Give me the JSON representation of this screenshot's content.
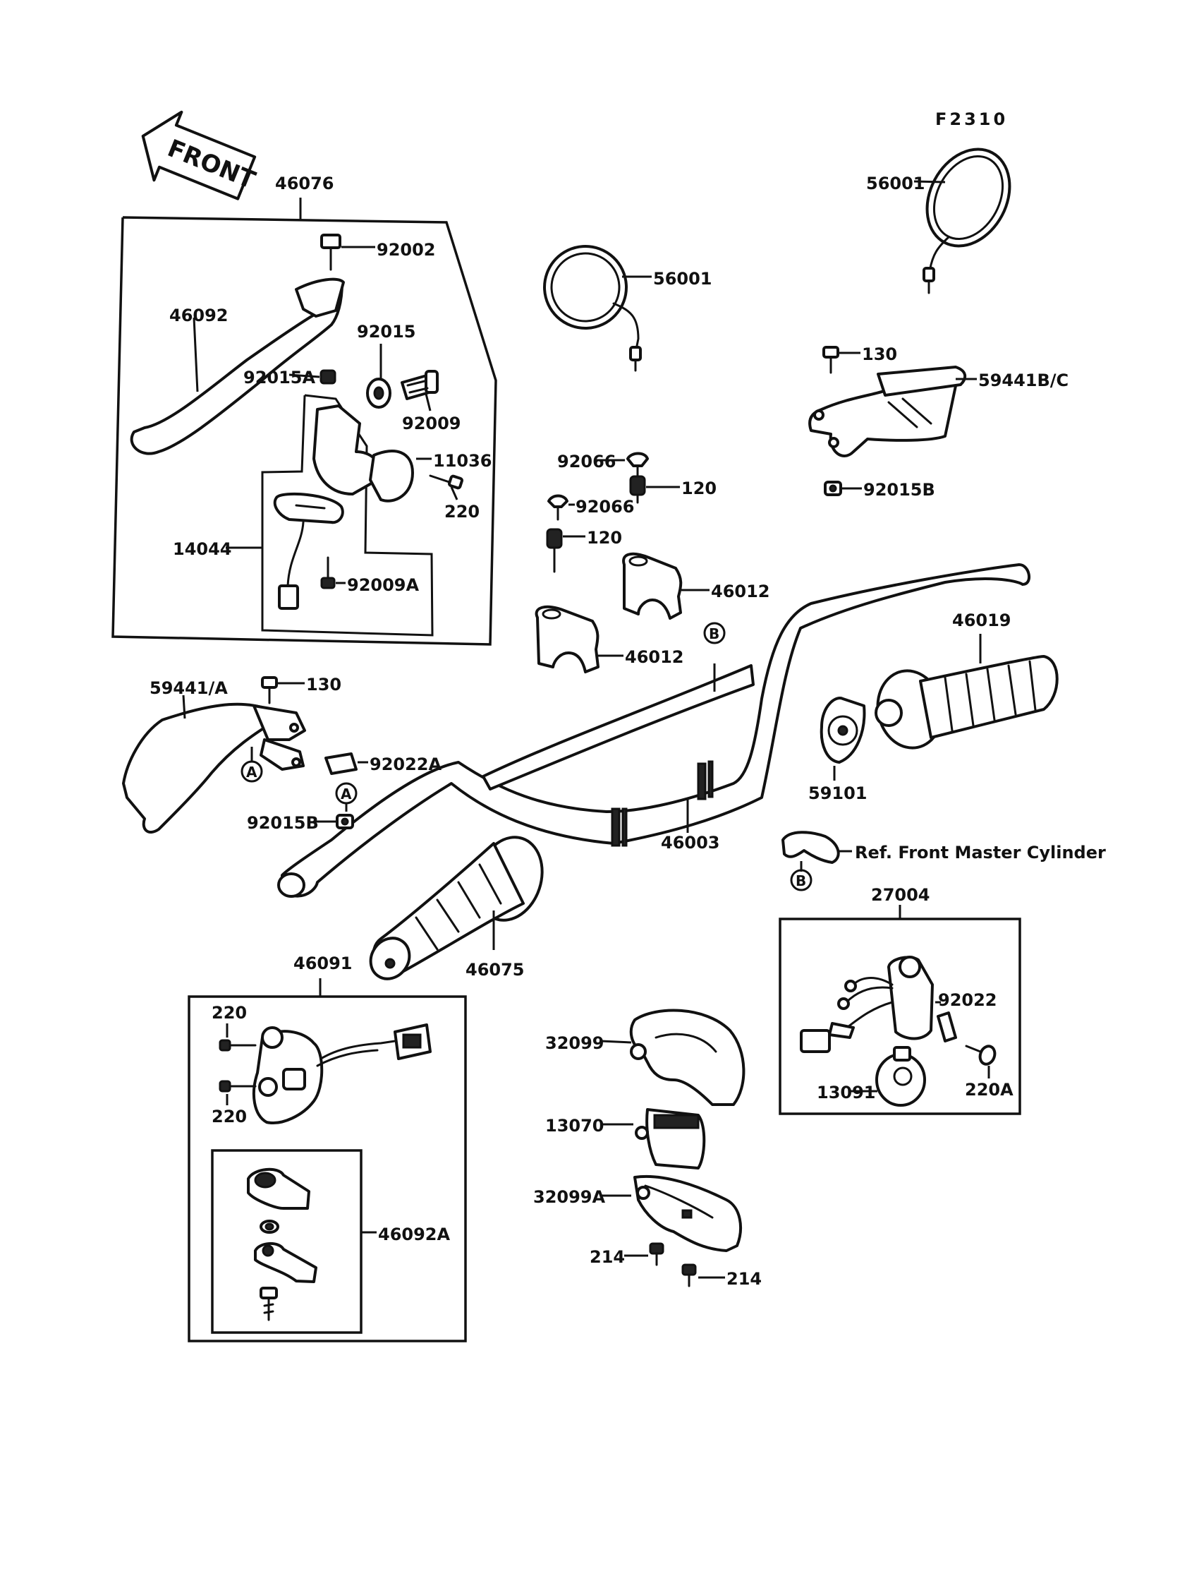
{
  "figure_code": "F2310",
  "front_label": "FRONT",
  "ref_note": "Ref. Front Master Cylinder",
  "callouts": {
    "a": "A",
    "b": "B"
  },
  "parts": {
    "p46076": "46076",
    "p92002": "92002",
    "p46092": "46092",
    "p92015": "92015",
    "p92015A": "92015A",
    "p92009": "92009",
    "p11036": "11036",
    "p220_a": "220",
    "p14044": "14044",
    "p92009A": "92009A",
    "p56001_left": "56001",
    "p56001_right": "56001",
    "p130_right": "130",
    "p59441BC": "59441B/C",
    "p92015B_right": "92015B",
    "p92066_a": "92066",
    "p120_a": "120",
    "p92066_b": "92066",
    "p120_b": "120",
    "p46012_a": "46012",
    "p46012_b": "46012",
    "p46019": "46019",
    "p59441A": "59441/A",
    "p130_left": "130",
    "p92022A": "92022A",
    "p92015B_left": "92015B",
    "p59101": "59101",
    "p46003": "46003",
    "p27004": "27004",
    "p92022": "92022",
    "p13091": "13091",
    "p220A": "220A",
    "p46075": "46075",
    "p46091": "46091",
    "p220_b": "220",
    "p220_c": "220",
    "p46092A": "46092A",
    "p32099": "32099",
    "p13070": "13070",
    "p32099A": "32099A",
    "p214_a": "214",
    "p214_b": "214"
  }
}
